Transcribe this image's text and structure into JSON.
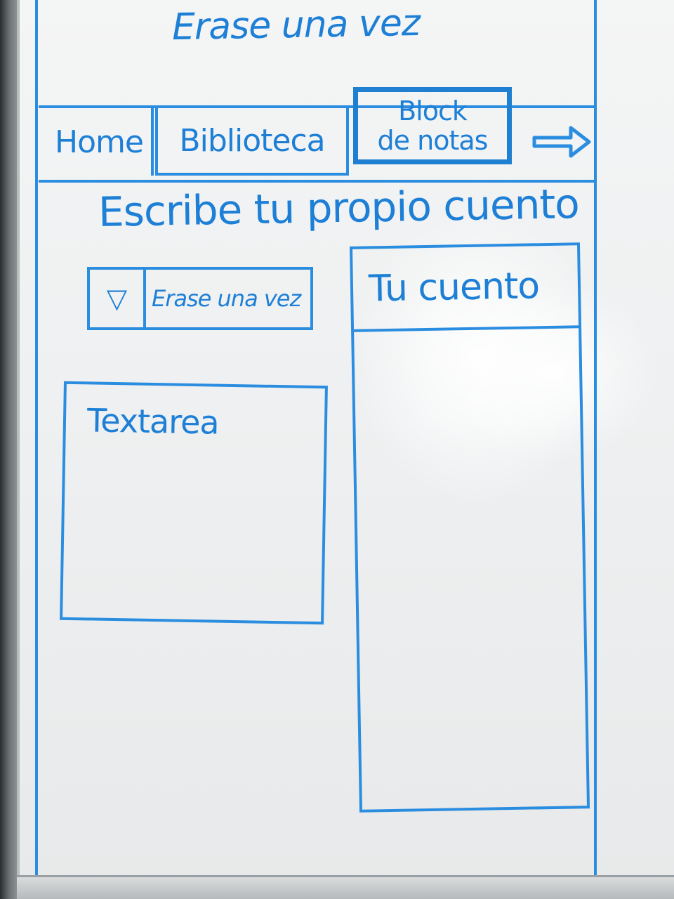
{
  "site": {
    "title": "Erase una vez"
  },
  "nav": {
    "items": [
      {
        "label": "Home"
      },
      {
        "label": "Biblioteca"
      },
      {
        "label_line1": "Block",
        "label_line2": "de notas"
      }
    ],
    "next_arrow": "arrow-right-icon"
  },
  "main": {
    "heading": "Escribe tu propio cuento",
    "select": {
      "toggle_symbol": "▽",
      "value": "Erase una vez"
    },
    "textarea": {
      "label": "Textarea"
    },
    "story_panel": {
      "title": "Tu cuento"
    }
  },
  "colors": {
    "marker_blue": "#1f7fd1",
    "board_white": "#f1f2f3"
  }
}
